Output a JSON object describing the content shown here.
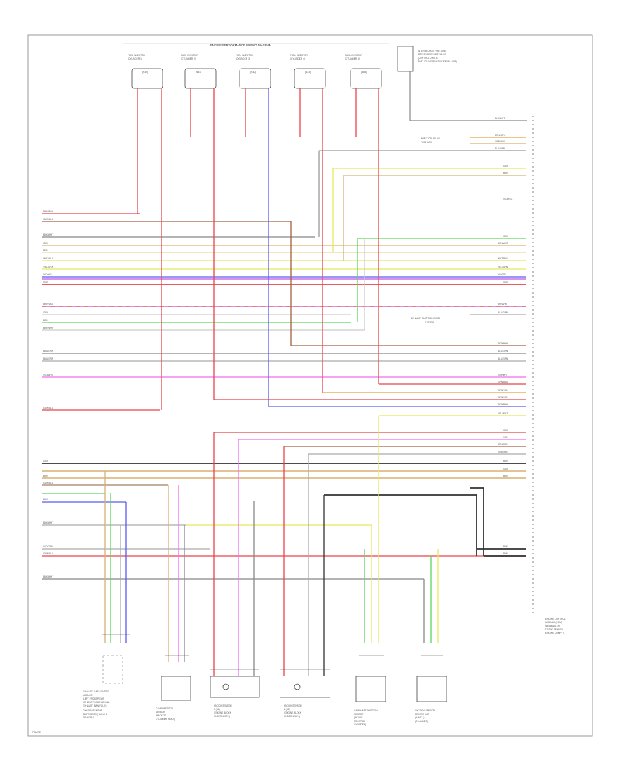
{
  "diagram": {
    "harness_title": "ENGINE PERFORMANCE WIRING DIAGRAM",
    "fig_label": "FIGURE"
  },
  "injectors": [
    {
      "name": "FUEL INJECTOR",
      "sub": "(CYLINDER 1)",
      "id": "(N30)"
    },
    {
      "name": "FUEL INJECTOR",
      "sub": "(CYLINDER 2)",
      "id": "(N31)"
    },
    {
      "name": "FUEL INJECTOR",
      "sub": "(CYLINDER 3)",
      "id": "(N32)"
    },
    {
      "name": "FUEL INJECTOR",
      "sub": "(CYLINDER 4)",
      "id": "(N33)"
    },
    {
      "name": "FUEL INJECTOR",
      "sub": "(CYLINDER 5)",
      "id": "(N83)"
    }
  ],
  "top_note": [
    "INTERMEDIATE FUEL LINE",
    "PRESSURE RELIEF VALVE",
    "(CONTROL UNIT IS",
    "PART OF INTERMEDIATE FUEL LINE)"
  ],
  "ecm_label": [
    "ENGINE CONTROL",
    "MODULE (ECM)",
    "(BEHIND LEFT",
    "FRONT FENDER",
    "ENGINE COMPT)"
  ],
  "left_labels": [
    "BRN/BLK",
    "GRN/BLU",
    "BLK/WHT",
    "GRY",
    "BRN",
    "WHT/BLU",
    "YEL/GRN",
    "VIO/YEL",
    "RED",
    "BRN/VIO",
    "GRY",
    "BRN",
    "BRN/WHT",
    "BLU/GRN",
    "BLU/GRN",
    "VIO/WHT",
    "GRN/BLU",
    "GRY",
    "BRN",
    "GRN/BLU",
    "BLU",
    "BLK/WHT",
    "VIO/GRN",
    "GRN/BLU",
    "BLK/WHT"
  ],
  "right_labels": [
    "BLK/WHT",
    "BRN/GRY",
    "GRN/BLU",
    "BLU/GRN",
    "GRY",
    "BRN",
    "VIO/YEL",
    "GRY",
    "BRN/WHT",
    "WHT/BLU",
    "YEL/GRN",
    "VIO/YEL",
    "RED",
    "BRN/VIO",
    "BLU/GRN",
    "GRN/BLU",
    "BLU/GRN",
    "BLU/GRN",
    "VIO/WHT",
    "GRN/BLU",
    "GRN/YEL",
    "GRN/VIO",
    "GRN/BLU",
    "YEL/WHT",
    "GRN",
    "VIO",
    "BRN/GRN",
    "VIO/GRN",
    "BRN",
    "GRY",
    "BRN",
    "BLK",
    "BLK"
  ],
  "mid_notes": [
    {
      "text": [
        "INJECTOR RELAY/",
        "FUSE BOX"
      ]
    },
    {
      "text": [
        "EXHAUST FLAP SOLENOID",
        "SYSTEM"
      ]
    }
  ],
  "bottom_components": [
    {
      "lines": [
        "EXHAUST GAS CONTROL",
        "MODULE",
        "(LEFT FRONT/REAR",
        "VEHICLE FLOOR BEHIND",
        "EXHAUST MANIFOLD)"
      ],
      "extra": [
        "OXYGEN SENSOR",
        "(BEFORE CAT) BANK 1",
        "SENSOR 1"
      ]
    },
    {
      "lines": [
        "CAMSHAFT POS.",
        "SENSOR",
        "(BACK OF",
        "CYLINDER HEAD)"
      ]
    },
    {
      "lines": [
        "KNOCK SENSOR",
        "1 (B1)",
        "(ENGINE BLOCK",
        "UNDERNEATH)"
      ]
    },
    {
      "lines": [
        "KNOCK SENSOR",
        "2 (B2)",
        "(ENGINE BLOCK",
        "UNDERNEATH)"
      ]
    },
    {
      "lines": [
        "CAMSHAFT POSITION",
        "SENSOR",
        "(INTAKE",
        "FRONT OF",
        "CYLINDER)"
      ]
    },
    {
      "lines": [
        "OXYGEN SENSOR",
        "BEFORE CAT",
        "(BANK 1)",
        "(CYLINDER)"
      ]
    }
  ],
  "colors": {
    "red": "#e8454a",
    "pink": "#e88a8a",
    "blue": "#5b5bf0",
    "violet": "#c054e0",
    "magenta": "#f06cf0",
    "green": "#5cd65c",
    "yellow": "#e8e85a",
    "tan": "#d8b070",
    "orange": "#e8a040",
    "gray": "#9a9a9a",
    "black": "#333333",
    "brown": "#a06040"
  }
}
